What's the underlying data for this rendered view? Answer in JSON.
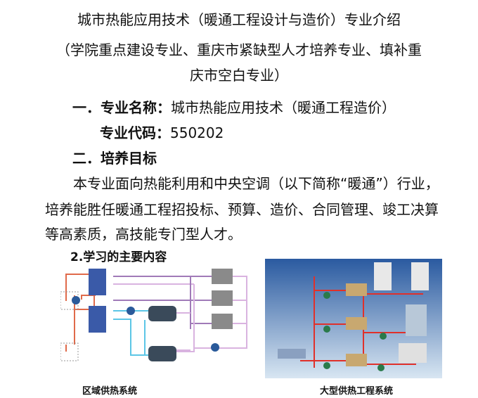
{
  "title": {
    "line1": "城市热能应用技术（暖通工程设计与造价）专业介绍",
    "line2": "（学院重点建设专业、重庆市紧缺型人才培养专业、填补重",
    "line3": "庆市空白专业）"
  },
  "section1": {
    "heading": "一．专业名称：",
    "name": "城市热能应用技术（暖通工程造价）",
    "code_label": "专业代码：",
    "code": "550202"
  },
  "section2": {
    "heading": "二．培养目标",
    "para_line1": "本专业面向热能利用和中央空调（以下简称“暖通”）行业，",
    "para_line2": "培养能胜任暖通工程招投标、预算、造价、合同管理、竣工决算",
    "para_line3": "等高素质，高技能专门型人才。"
  },
  "section3": {
    "heading": "2.学习的主要内容",
    "figures": [
      {
        "caption": "区域供热系统"
      },
      {
        "caption": "大型供热工程系统"
      }
    ]
  }
}
